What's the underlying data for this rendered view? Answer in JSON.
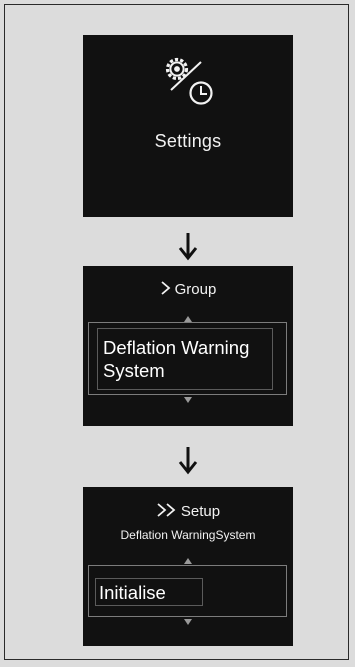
{
  "screens": {
    "settings": {
      "label": "Settings",
      "icon": "settings-clock-icon"
    },
    "group": {
      "breadcrumb": "Group",
      "breadcrumb_icon": "chevron-right-icon",
      "selected_item": "Deflation Warning System"
    },
    "setup": {
      "breadcrumb": "Setup",
      "breadcrumb_icon": "double-chevron-right-icon",
      "subtitle": "Deflation WarningSystem",
      "selected_item": "Initialise"
    }
  },
  "flow_arrow_icon": "arrow-down-icon",
  "colors": {
    "screen_background": "#111111",
    "screen_text": "#f2f2f2",
    "page_background": "#dcdcdc"
  }
}
